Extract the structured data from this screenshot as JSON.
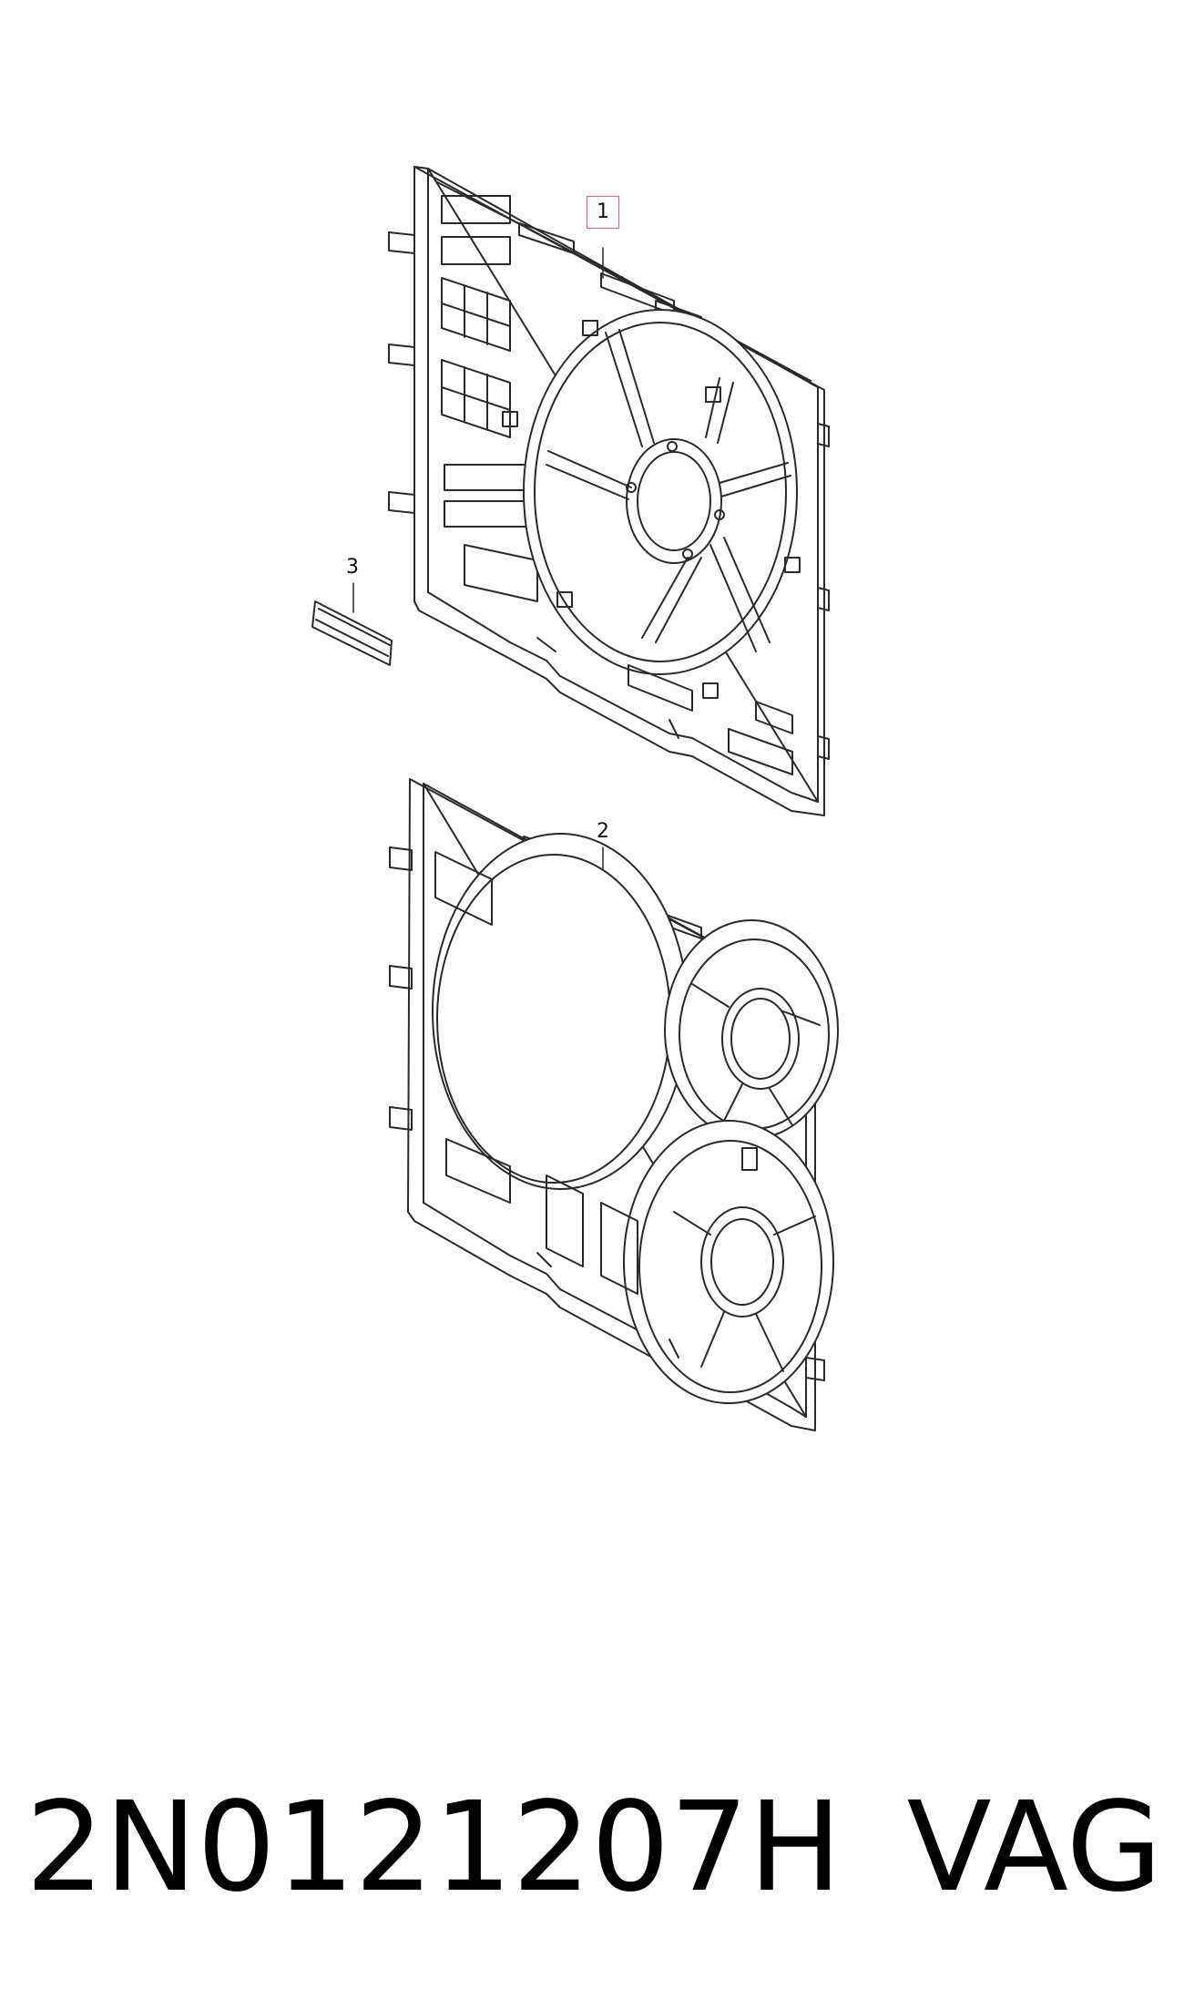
{
  "callouts": {
    "part1": "1",
    "part2": "2",
    "part3": "3"
  },
  "footer": {
    "part_number": "2N0121207H",
    "brand": "VAG"
  },
  "colors": {
    "line": "#2a2a2a",
    "highlight_box": "#e06070",
    "background": "#ffffff"
  }
}
